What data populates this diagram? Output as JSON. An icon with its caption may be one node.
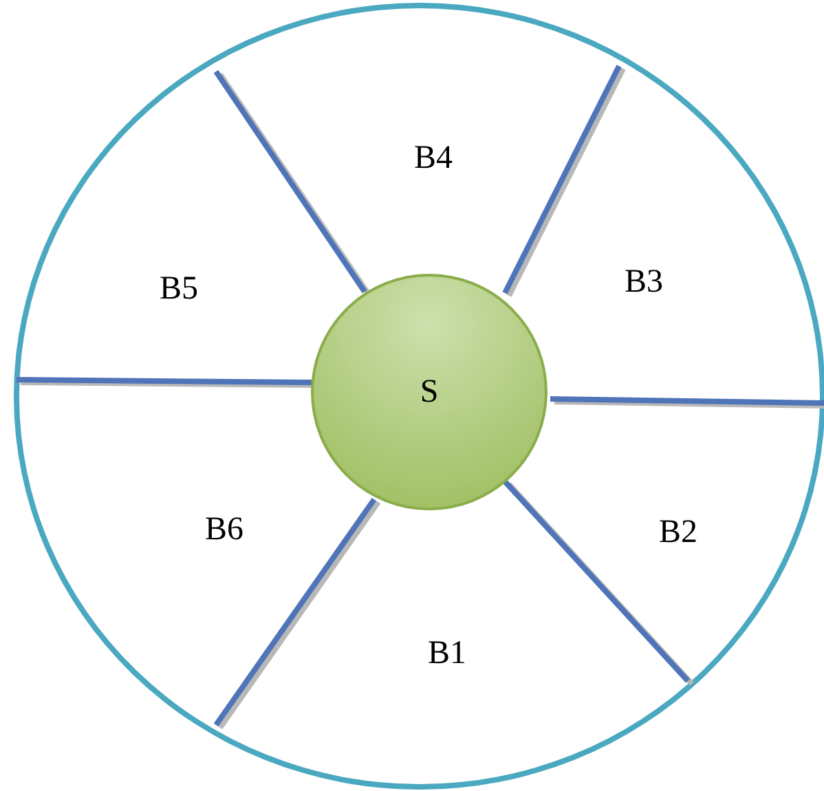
{
  "diagram": {
    "nodes": [
      {
        "text": [],
        "shape": "circle"
      },
      {
        "text": [
          "B4"
        ],
        "in": 0
      },
      {
        "text": [
          "B5"
        ],
        "in": 0
      },
      {
        "text": [
          "B3"
        ],
        "in": 0
      },
      {
        "text": [
          "S"
        ],
        "in": 0
      },
      {
        "text": [
          "B6"
        ],
        "in": 0
      },
      {
        "text": [
          "B2"
        ],
        "in": 0
      },
      {
        "text": [
          "B1"
        ],
        "in": 0
      }
    ],
    "edges": []
  }
}
